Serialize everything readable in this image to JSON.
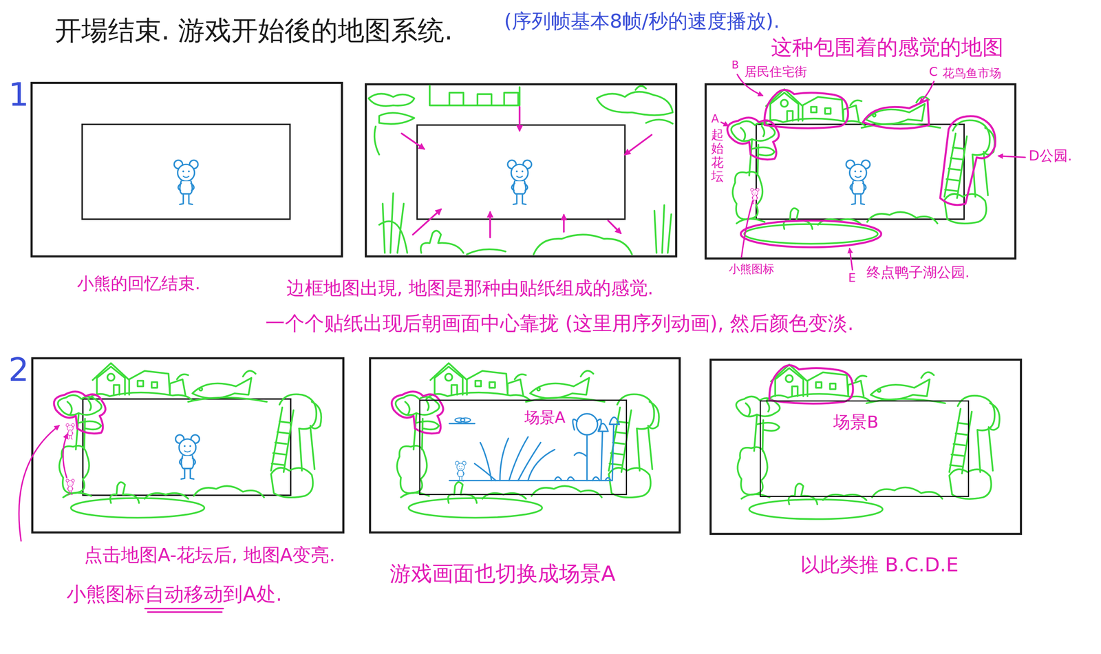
{
  "diagram": {
    "title": "开場结束. 游戏开始後的地图系统.",
    "nodes": [
      {
        "text": [
          "场景A"
        ]
      },
      {
        "text": [
          "场景B"
        ]
      }
    ],
    "labels": [
      "(序列帧基本8帧/秒的速度播放).",
      "这种包围着的感觉的地图",
      "1",
      "2",
      "小熊的回忆结束.",
      "边框地图出現, 地图是那种由贴纸组成的感觉.",
      "一个个贴纸出现后朝画面中心靠拢 (这里用序列动画), 然后颜色变淡.",
      "B",
      "居民住宅街",
      "C",
      "花鸟鱼市场",
      "A",
      "起始花坛",
      "D公园.",
      "小熊图标",
      "E",
      "终点鸭子湖公园.",
      "点击地图A-花坛后, 地图A变亮.",
      "小熊图标自动移动到A处.",
      "游戏画面也切换成场景A",
      "以此类推 B.C.D.E"
    ]
  }
}
